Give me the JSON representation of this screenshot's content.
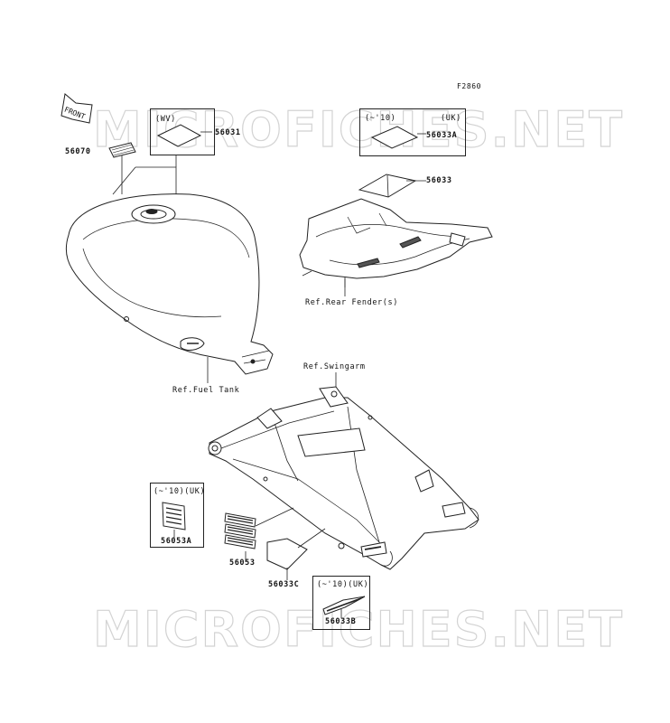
{
  "figure_code": "F2860",
  "watermarks": [
    "MICROFICHES.NET",
    "MICROFICHES.NET"
  ],
  "front_arrow_text": "FRONT",
  "refs": {
    "fuel_tank": "Ref.Fuel Tank",
    "rear_fender": "Ref.Rear Fender(s)",
    "swingarm": "Ref.Swingarm"
  },
  "boxes": {
    "wv": {
      "tag": "(WV)",
      "part": "56031"
    },
    "uk_top": {
      "tag_left": "(~'10)",
      "tag_right": "(UK)",
      "part": "56033A"
    },
    "uk_left": {
      "tag": "(~'10)(UK)",
      "part": "56053A"
    },
    "uk_bottom": {
      "tag": "(~'10)(UK)",
      "part": "56033B"
    }
  },
  "parts": {
    "p56070": "56070",
    "p56033": "56033",
    "p56053": "56053",
    "p56033C": "56033C"
  },
  "colors": {
    "line": "#222222",
    "watermark_outline": "#cfcfcf",
    "background": "#ffffff"
  }
}
